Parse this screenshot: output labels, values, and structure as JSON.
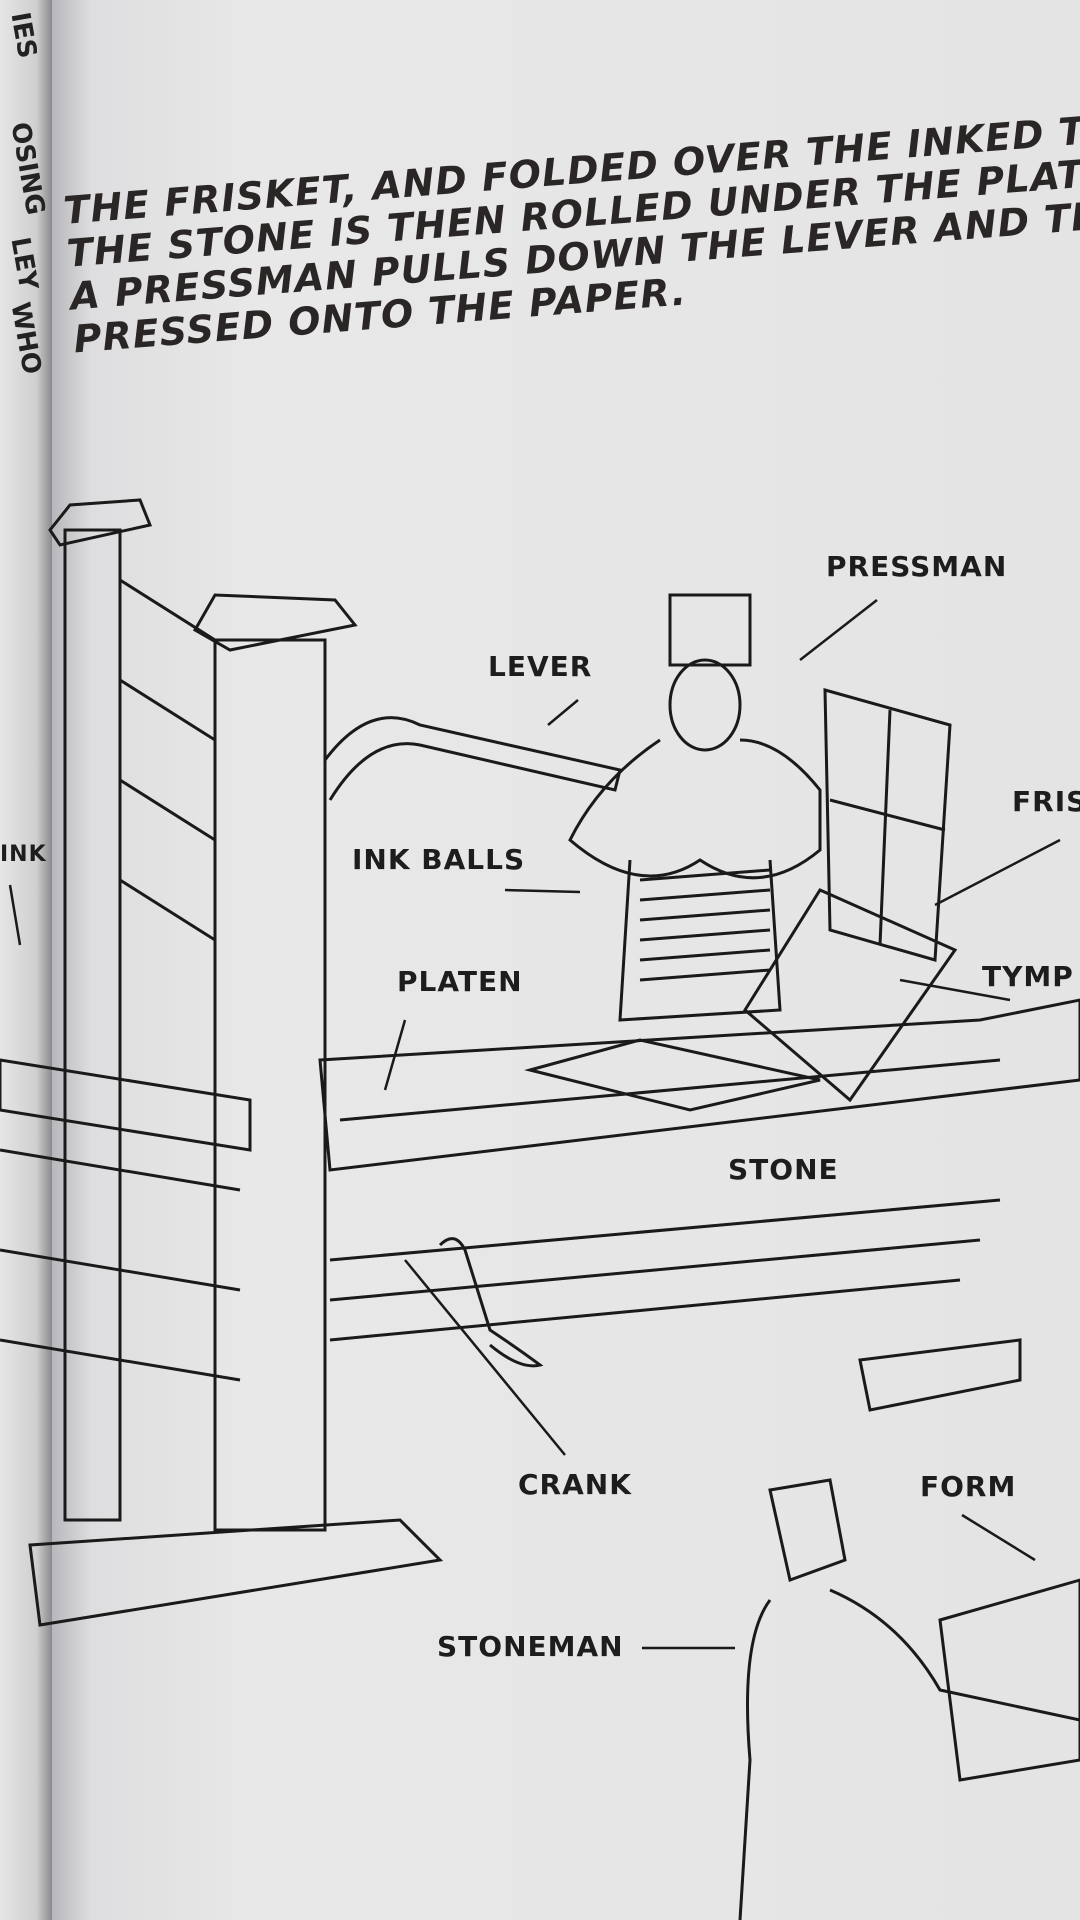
{
  "left_page": {
    "fragments": [
      "IES",
      "OSING",
      "LEY",
      "WHO"
    ]
  },
  "caption": {
    "lines": [
      "THE FRISKET, AND FOLDED OVER THE INKED TYPE",
      "THE STONE IS THEN ROLLED UNDER THE PLATEN,",
      "A PRESSMAN PULLS DOWN THE LEVER AND THE T",
      "PRESSED ONTO THE PAPER."
    ]
  },
  "labels": {
    "pressman": "PRESSMAN",
    "lever": "LEVER",
    "frisket": "FRIS",
    "ink": "INK",
    "ink_balls": "INK BALLS",
    "tympan": "TYMP",
    "platen": "PLATEN",
    "stone": "STONE",
    "crank": "CRANK",
    "form": "FORM",
    "stoneman": "STONEMAN"
  }
}
